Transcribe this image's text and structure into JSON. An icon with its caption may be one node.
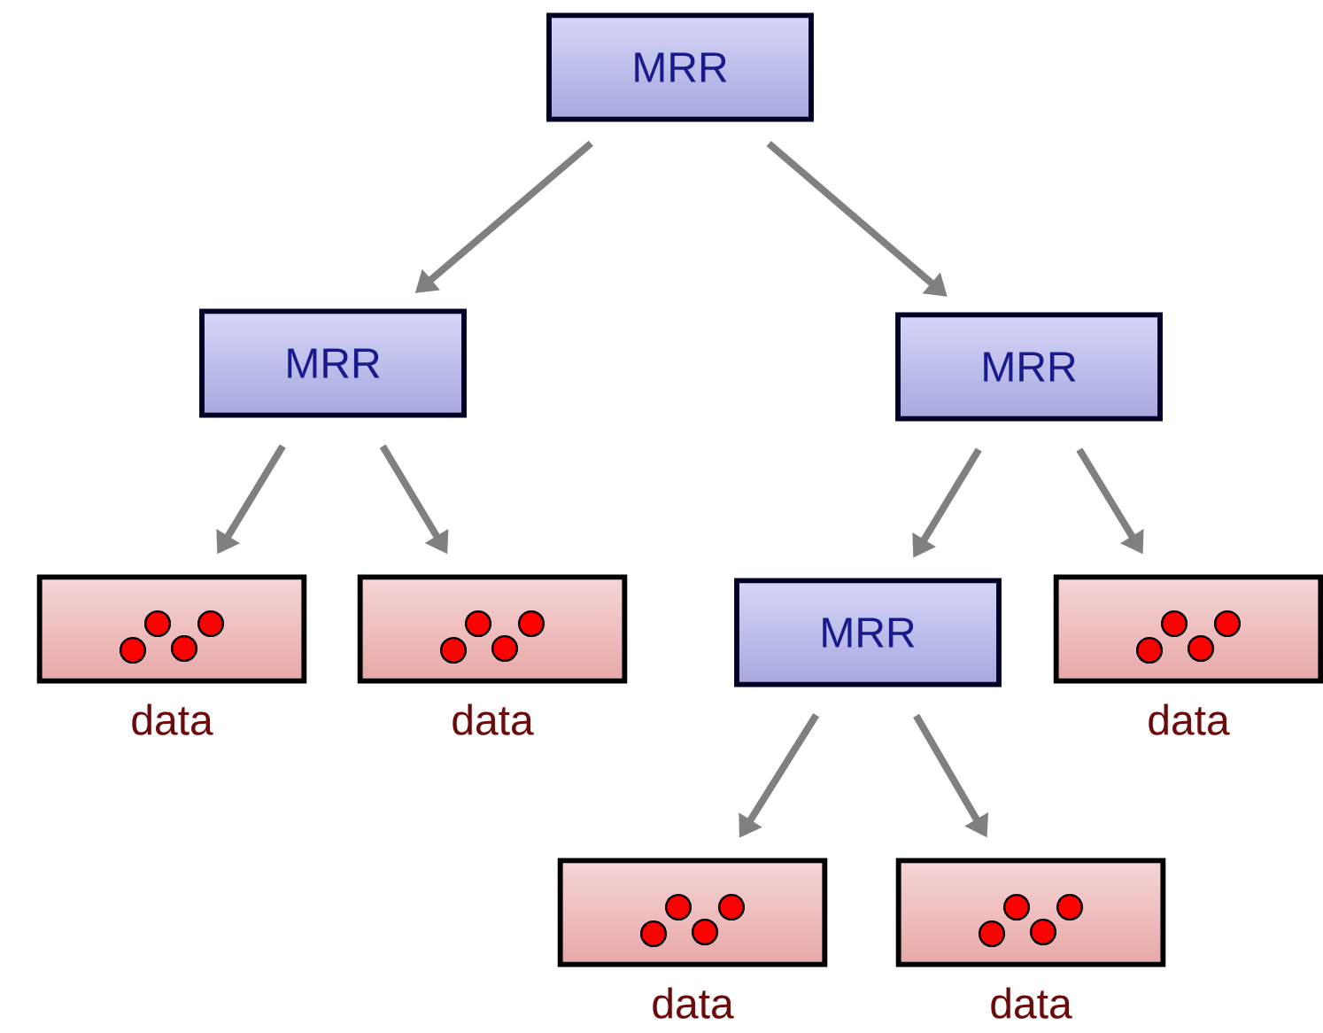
{
  "diagram": {
    "nodes": [
      {
        "text": [
          "MRR"
        ]
      },
      {
        "text": [
          "MRR"
        ]
      },
      {
        "text": [
          "MRR"
        ]
      },
      {
        "text": [],
        "shape": "box",
        "beside": [
          "data"
        ]
      },
      {
        "text": [],
        "shape": "box",
        "beside": [
          "data"
        ]
      },
      {
        "text": [
          "MRR"
        ]
      },
      {
        "text": [],
        "shape": "box",
        "beside": [
          "data"
        ]
      },
      {
        "text": [],
        "shape": "box",
        "beside": [
          "data"
        ]
      },
      {
        "text": [],
        "shape": "box",
        "beside": [
          "data"
        ]
      }
    ],
    "edges": [
      {
        "from": 0,
        "to": 1,
        "arrow": "to"
      },
      {
        "from": 0,
        "to": 2,
        "arrow": "to"
      },
      {
        "from": 1,
        "to": 3,
        "arrow": "to"
      },
      {
        "from": 1,
        "to": 4,
        "arrow": "to"
      },
      {
        "from": 2,
        "to": 5,
        "arrow": "to"
      },
      {
        "from": 2,
        "to": 6,
        "arrow": "to"
      },
      {
        "from": 5,
        "to": 7,
        "arrow": "to"
      },
      {
        "from": 5,
        "to": 8,
        "arrow": "to"
      }
    ]
  }
}
